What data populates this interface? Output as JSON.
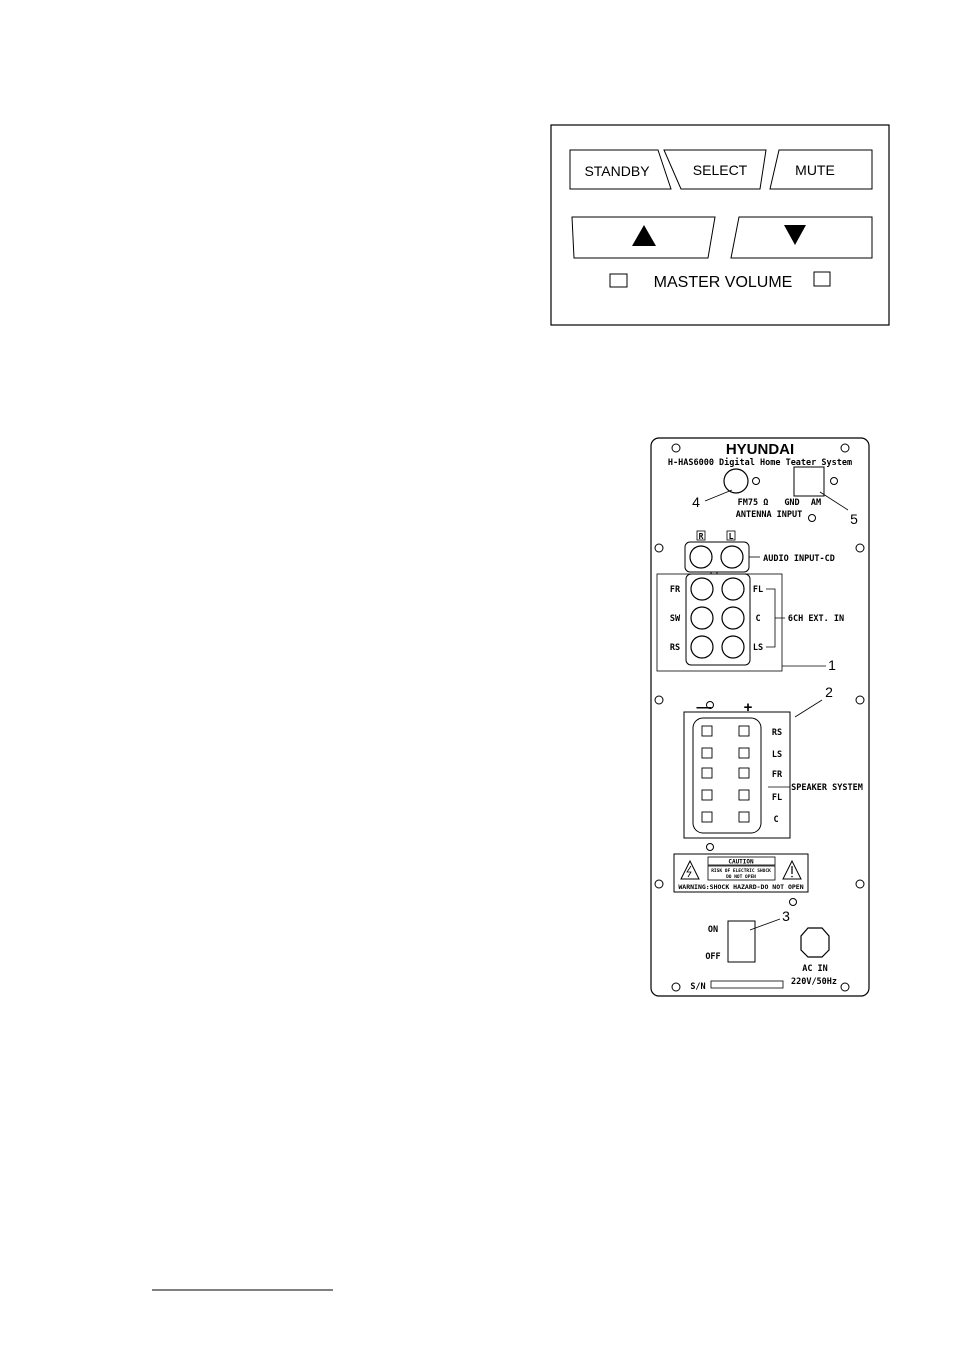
{
  "control_panel": {
    "standby_label": "STANDBY",
    "select_label": "SELECT",
    "mute_label": "MUTE",
    "volume_up_icon": "triangle-up-icon",
    "volume_down_icon": "triangle-down-icon",
    "master_volume_label": "MASTER VOLUME"
  },
  "rear_panel": {
    "brand": "HYUNDAI",
    "model_line": "H-HAS6000 Digital Home Teater System",
    "fm_label": "FM75 Ω",
    "gnd_label": "GND",
    "am_label": "AM",
    "antenna_label": "ANTENNA INPUT",
    "callout_4": "4",
    "callout_5": "5",
    "audio_r": "R",
    "audio_l": "L",
    "audio_input_label": "AUDIO INPUT-CD",
    "ext_left": [
      "FR",
      "SW",
      "RS"
    ],
    "ext_right": [
      "FL",
      "C",
      "LS"
    ],
    "ext_label": "6CH EXT. IN",
    "callout_1": "1",
    "callout_2": "2",
    "minus_sign": "—",
    "plus_sign": "+",
    "speaker_channels": [
      "RS",
      "LS",
      "FR",
      "FL",
      "C"
    ],
    "speaker_label": "SPEAKER SYSTEM",
    "caution_title": "CAUTION",
    "caution_line1": "RISK OF ELECTRIC SHOCK",
    "caution_line2": "DO NOT OPEN",
    "warning_text": "WARNING:SHOCK HAZARD-DO NOT OPEN",
    "callout_3": "3",
    "switch_on": "ON",
    "switch_off": "OFF",
    "ac_in_label": "AC  IN",
    "voltage_label": "220V/50Hz",
    "sn_label": "S/N"
  }
}
